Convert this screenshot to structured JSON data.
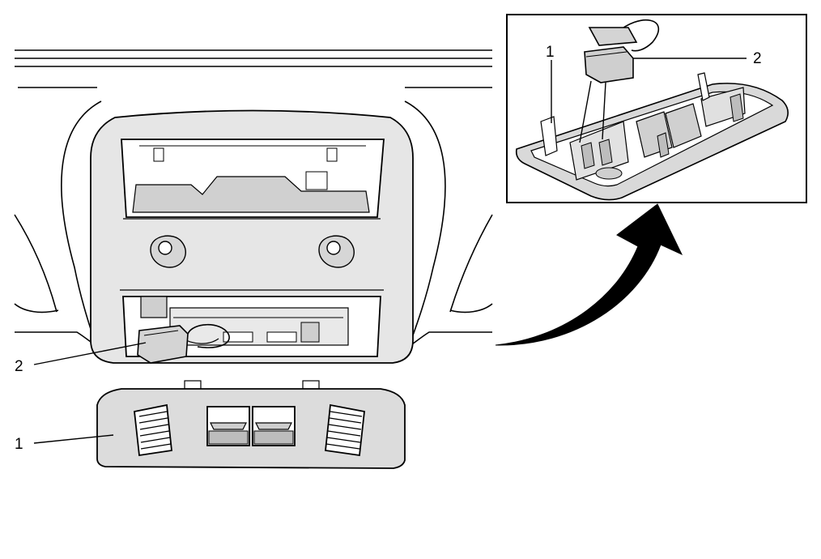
{
  "callouts": {
    "main_label_1": "1",
    "main_label_2": "2",
    "inset_label_1": "1",
    "inset_label_2": "2"
  },
  "colors": {
    "line": "#000000",
    "housing": "#e6e6e6",
    "housing_dark": "#cfcfcf",
    "console": "#dcdcdc",
    "inset_fill": "#d9d9d9",
    "arrow": "#000000"
  }
}
